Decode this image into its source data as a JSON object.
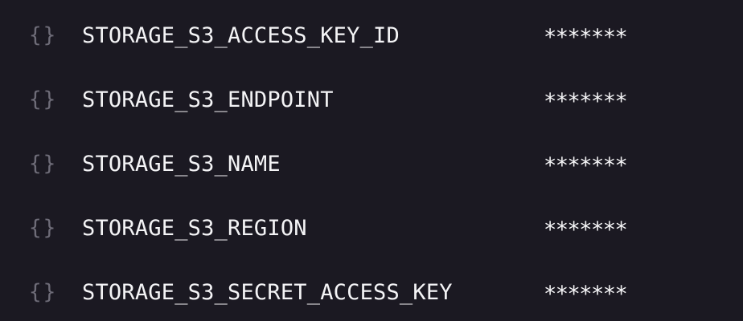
{
  "colors": {
    "background": "#1b1922",
    "text": "#f4f4f6",
    "icon": "#6e6c78"
  },
  "env_vars": [
    {
      "icon": "variable-braces-icon",
      "icon_glyph": "{}",
      "name": "STORAGE_S3_ACCESS_KEY_ID",
      "value": "*******"
    },
    {
      "icon": "variable-braces-icon",
      "icon_glyph": "{}",
      "name": "STORAGE_S3_ENDPOINT",
      "value": "*******"
    },
    {
      "icon": "variable-braces-icon",
      "icon_glyph": "{}",
      "name": "STORAGE_S3_NAME",
      "value": "*******"
    },
    {
      "icon": "variable-braces-icon",
      "icon_glyph": "{}",
      "name": "STORAGE_S3_REGION",
      "value": "*******"
    },
    {
      "icon": "variable-braces-icon",
      "icon_glyph": "{}",
      "name": "STORAGE_S3_SECRET_ACCESS_KEY",
      "value": "*******"
    }
  ]
}
